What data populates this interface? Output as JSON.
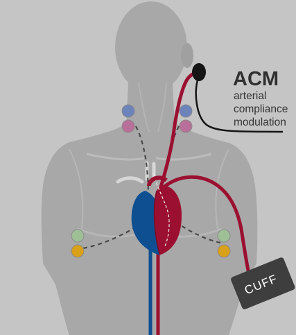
{
  "acm": {
    "title": "ACM",
    "line1": "arterial",
    "line2": "compliance",
    "line3": "modulation"
  },
  "cuff": {
    "label": "CUFF"
  },
  "colors": {
    "background": "#c5c5c5",
    "body": "#a8a8a8",
    "body_highlight": "#b4b4b4",
    "artery_red": "#9b1030",
    "vein_blue": "#0d4f91",
    "cuff_dark": "#3e3e3e",
    "sensor_black": "#151515",
    "electrode_blue": "#6c84ba",
    "electrode_pink": "#b8709a",
    "electrode_green": "#9fbf96",
    "electrode_orange": "#d9a019",
    "lead_dashed": "#4a4a4a"
  }
}
